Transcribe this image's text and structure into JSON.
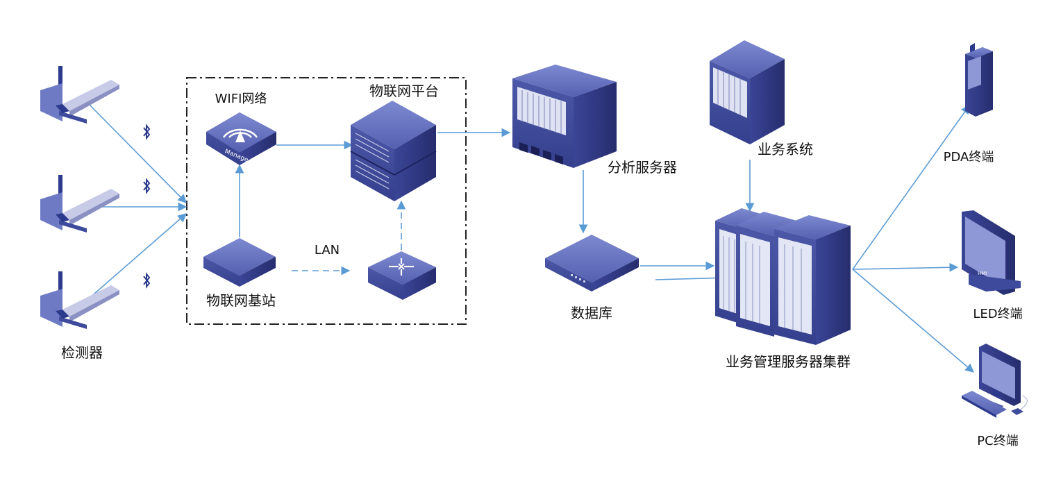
{
  "nodes": {
    "detector": {
      "label": "检测器"
    },
    "wifi": {
      "label": "WIFI网络",
      "icon": "wifi-access-point-icon",
      "badge": "Manage"
    },
    "iot_platform": {
      "label": "物联网平台",
      "icon": "platform-server-icon"
    },
    "iot_base_station": {
      "label": "物联网基站",
      "icon": "base-station-icon"
    },
    "switch": {
      "icon": "switch-icon"
    },
    "lan": {
      "label": "LAN"
    },
    "analysis_server": {
      "label": "分析服务器",
      "icon": "server-rack-icon"
    },
    "database": {
      "label": "数据库",
      "icon": "database-appliance-icon"
    },
    "business_system": {
      "label": "业务系统",
      "icon": "server-rack-icon"
    },
    "cluster": {
      "label": "业务管理服务器集群",
      "icon": "server-cluster-icon"
    },
    "pda": {
      "label": "PDA终端",
      "icon": "pda-icon"
    },
    "led": {
      "label": "LED终端",
      "icon": "led-monitor-icon",
      "badge": "HMI"
    },
    "pc": {
      "label": "PC终端",
      "icon": "pc-icon"
    }
  },
  "colors": {
    "edge": "#5b9bd5",
    "device": "#3e4a9c",
    "device_light": "#6e7bc4",
    "device_dark": "#262d6e",
    "bluetooth": "#2b3a8c"
  }
}
